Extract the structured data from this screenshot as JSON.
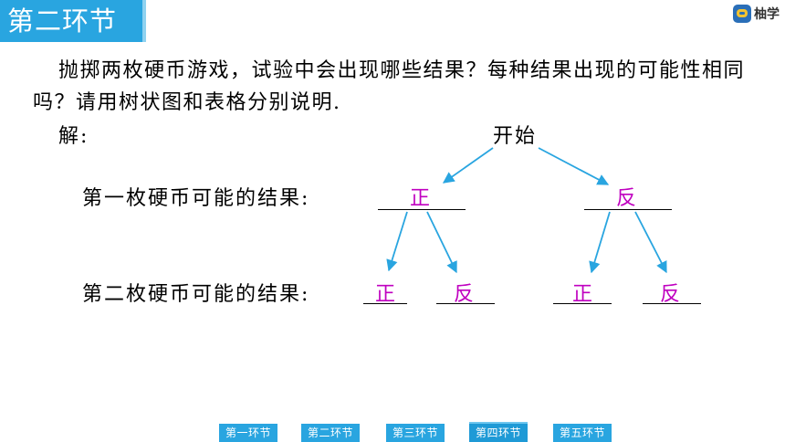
{
  "header": {
    "section_title": "第二环节",
    "brand_name": "柚学",
    "brand_icon": "youxue-logo-icon"
  },
  "problem": {
    "text": "抛掷两枚硬币游戏，试验中会出现哪些结果？每种结果出现的可能性相同吗？请用树状图和表格分别说明.",
    "solve_label": "解:"
  },
  "tree": {
    "root_label": "开始",
    "first_coin_label": "第一枚硬币可能的结果:",
    "second_coin_label": "第二枚硬币可能的结果:",
    "level1": [
      "正",
      "反"
    ],
    "level2": [
      "正",
      "反",
      "正",
      "反"
    ],
    "arrow_color": "#29a5e0",
    "outcome_color": "#c000c0"
  },
  "nav": {
    "buttons": [
      {
        "label": "第一环节"
      },
      {
        "label": "第二环节"
      },
      {
        "label": "第三环节"
      },
      {
        "label": "第四环节"
      },
      {
        "label": "第五环节"
      }
    ],
    "current_index": 3
  },
  "colors": {
    "accent": "#29a5e0"
  }
}
